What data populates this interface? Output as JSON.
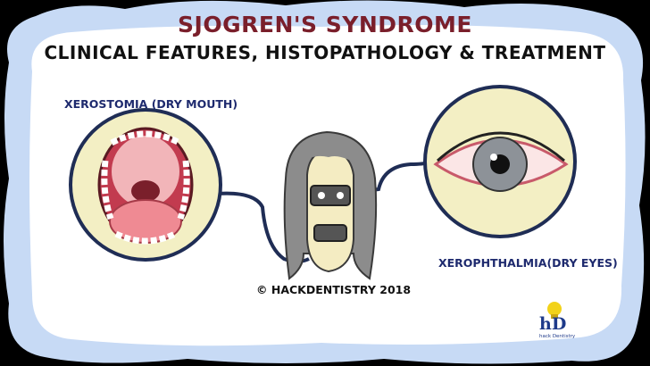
{
  "title": "SJOGREN'S SYNDROME",
  "subtitle": "CLINICAL FEATURES, HISTOPATHOLOGY & TREATMENT",
  "labels": {
    "mouth": "XEROSTOMIA (DRY MOUTH)",
    "eyes": "XEROPHTHALMIA(DRY EYES)"
  },
  "copyright": "© HACKDENTISTRY 2018",
  "logo": {
    "mark": "hD",
    "subtext": "hack Dentistry"
  },
  "colors": {
    "background": "#000000",
    "cloud": "#c7daf5",
    "panel": "#ffffff",
    "title": "#7a1f2b",
    "label": "#1e2a6e",
    "circle_fill": "#f3efc4",
    "connector": "#1f2d55",
    "hair": "#8c8c8c",
    "skin": "#f4ecc2",
    "mouth_red": "#b4364a",
    "tongue": "#ef8a93",
    "iris": "#8d9298",
    "logo_bulb": "#f2d21a"
  },
  "icons": [
    "dry-mouth-illustration",
    "dry-eye-illustration",
    "woman-face-illustration",
    "lightbulb-icon"
  ]
}
